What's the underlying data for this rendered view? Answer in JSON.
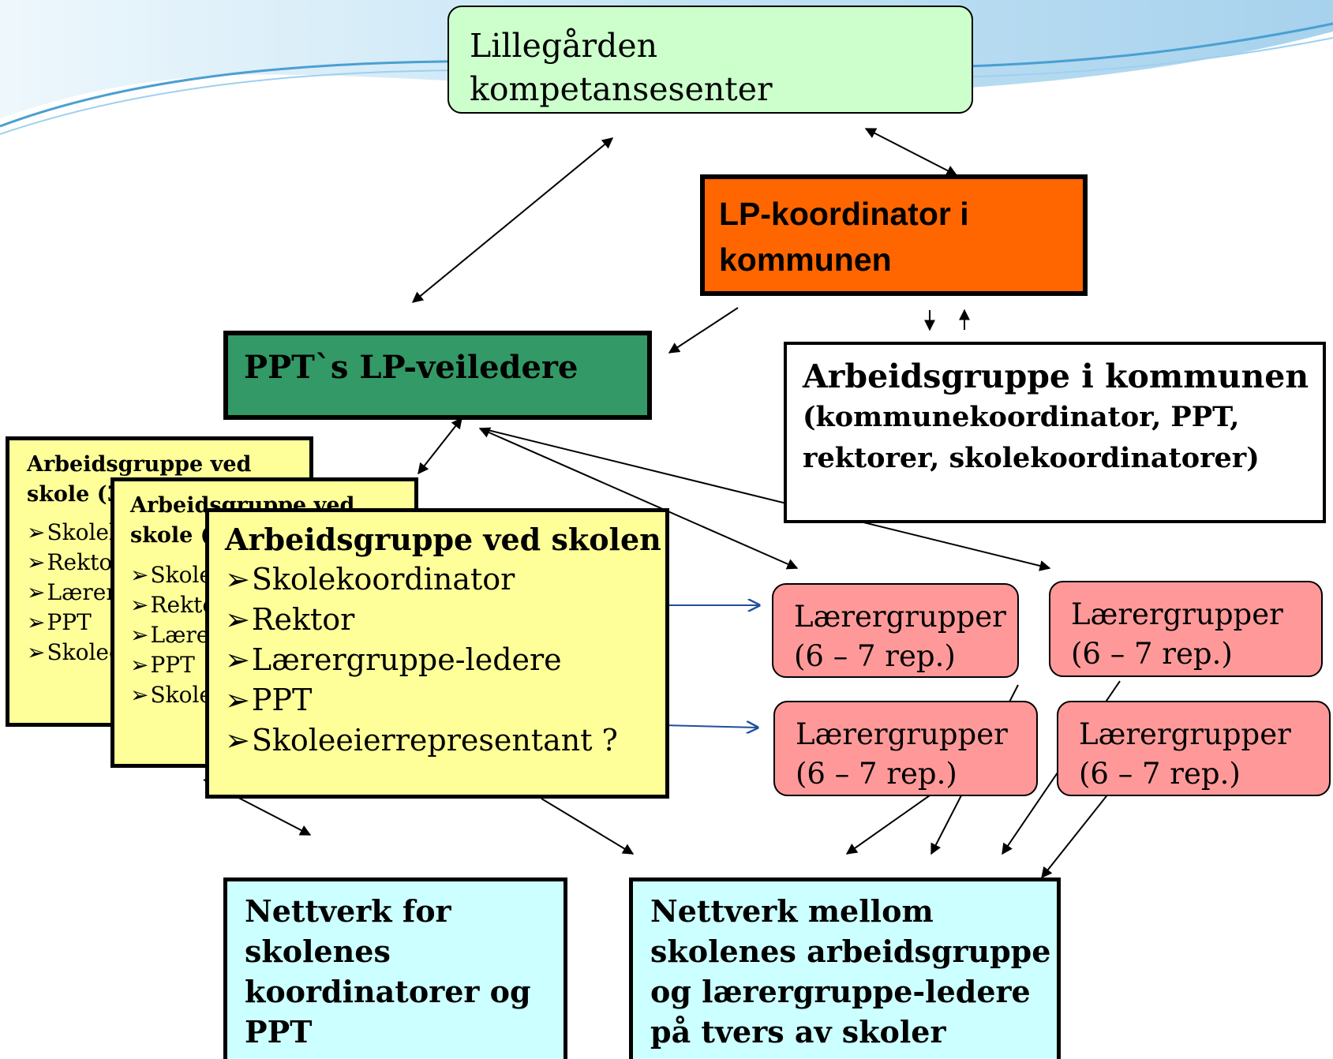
{
  "colors": {
    "top_box": "#ccffcc",
    "coordinator_box": "#ff6600",
    "ppt_box": "#339966",
    "work_group_white": "#ffffff",
    "school_box": "#ffff99",
    "teacher_group_box": "#ff9999",
    "network_box": "#ccffff",
    "arrow_blue": "#1f4e9c",
    "swoosh": "#5aa6d6"
  },
  "top_box": {
    "line1": "Lillegården",
    "line2": "kompetansesenter"
  },
  "coordinator_box": {
    "line1": "LP-koordinator  i",
    "line2": "kommunen"
  },
  "ppt_box": {
    "label": "PPT`s LP-veiledere"
  },
  "municipal_group": {
    "title": "Arbeidsgruppe i kommunen",
    "line2": "(kommunekoordinator, PPT,",
    "line3": "rektorer, skolekoordinatorer)"
  },
  "school_back1": {
    "title1": "Arbeidsgruppe ved",
    "title2": "skole (3",
    "items": [
      "Skolek",
      "Rektor",
      "Lærerg",
      "PPT",
      "Skolee"
    ]
  },
  "school_back2": {
    "title1": "Arbeidsgruppe ved",
    "title2": "skole (",
    "items": [
      "Skole",
      "Rekto",
      "Lærer",
      "PPT",
      "Skole"
    ]
  },
  "school_front": {
    "title": "Arbeidsgruppe ved skolen",
    "items": [
      "Skolekoordinator",
      "Rektor",
      "Lærergruppe-ledere",
      "PPT",
      "Skoleeierrepresentant ?"
    ]
  },
  "teacher_groups": [
    {
      "line1": "Lærergrupper",
      "line2": "(6 – 7 rep.)"
    },
    {
      "line1": "Lærergrupper",
      "line2": "(6 – 7 rep.)"
    },
    {
      "line1": "Lærergrupper",
      "line2": "(6 – 7 rep.)"
    },
    {
      "line1": "Lærergrupper",
      "line2": "(6 – 7 rep.)"
    }
  ],
  "network_coordinators": {
    "lines": [
      "Nettverk for",
      "skolenes",
      "koordinatorer og",
      "PPT"
    ]
  },
  "network_between": {
    "lines": [
      "Nettverk mellom",
      "skolenes arbeidsgruppe",
      "og  lærergruppe-ledere",
      "på tvers av skoler"
    ]
  }
}
